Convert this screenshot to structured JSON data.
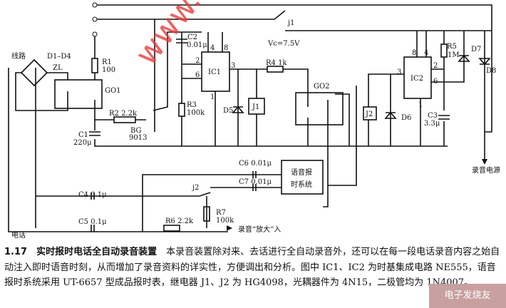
{
  "labels": {
    "line": "线路",
    "bridge": "D1–D4",
    "zl": "ZL",
    "r1": "R1",
    "r1v": "100",
    "go1": "GO1",
    "r2": "R2  2.2k",
    "bg": "BG",
    "bgv": "9013",
    "c1": "C1",
    "c1v": "220μ",
    "c2": "C2",
    "c2v": "0.01μ",
    "ic1": "IC1",
    "r3": "R3",
    "r3v": "100k",
    "d5": "D5",
    "j1box": "J1",
    "r4": "R4  1k",
    "go2": "GO2",
    "vc": "Vc=7.5V",
    "j1": "j1",
    "ic2": "IC2",
    "j2box": "J2",
    "d6": "D6",
    "c3": "C3",
    "c3v": "3.3μ",
    "r5": "R5",
    "r5v": "1M",
    "d7": "D7",
    "d8": "D8",
    "rec_power": "录音电源",
    "c6": "C6  0.01μ",
    "c7": "C7  0.01μ",
    "voice1": "语音报",
    "voice2": "时系统",
    "j2": "j2",
    "c4": "C4  0.1μ",
    "c5": "C5  0.1μ",
    "r6": "R6  2.2k",
    "r7": "R7",
    "r7v": "100k",
    "phone": "电话",
    "rec_in": "录音“放大”入",
    "ic1_pins": {
      "p4": "4",
      "p8": "8",
      "p2": "2",
      "p6": "6",
      "p3": "3",
      "p1": "1"
    },
    "ic2_pins": {
      "p8": "8",
      "p4": "4",
      "p2": "2",
      "p6": "6",
      "p3": "3",
      "p1": "1"
    }
  },
  "watermark": "www.elecfans.com",
  "logo": "电子发烧友 elecfans.com",
  "caption": {
    "title": "1.17　实时报时电话全自动录音装置",
    "body": "　本录音装置除对来、去话进行全自动录音外，还可以在每一段电话录音内容之始自动注入即时语音时刻，从而增加了录音资料的详实性，方便调出和分析。图中 IC1、IC2 为时基集成电路 NE555，语音报时系统采用 UT-6657 型成品报时表，继电器 J1、J2 为 HG4098，光耦器件为 4N15，二极管均为 1N4007。"
  }
}
